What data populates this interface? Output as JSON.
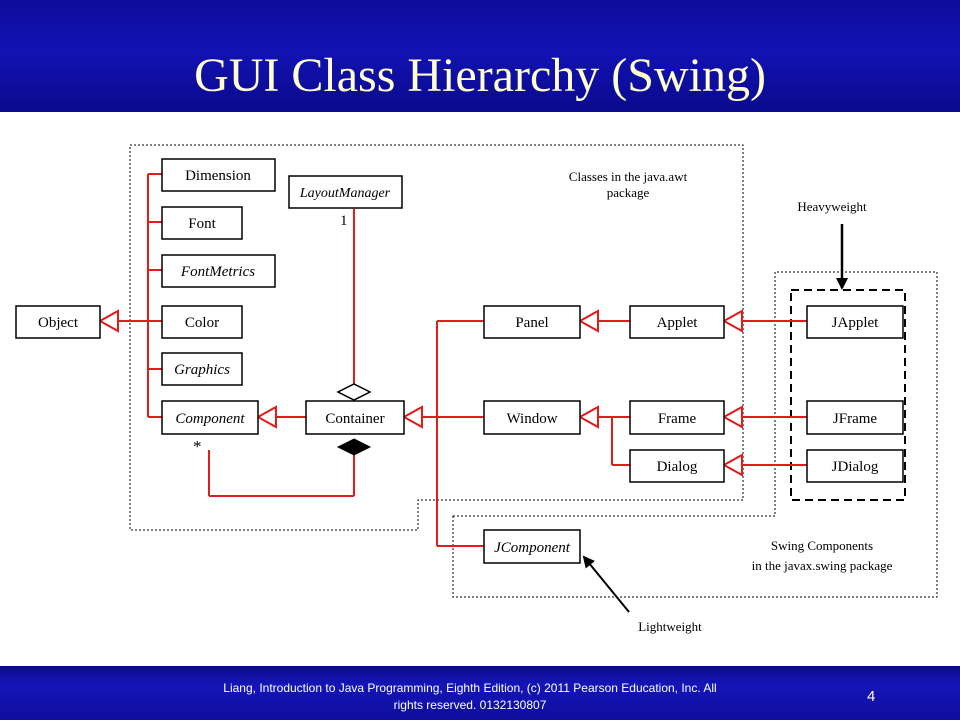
{
  "slide": {
    "title": "GUI Class Hierarchy (Swing)",
    "footer_line1": "Liang, Introduction to Java Programming, Eighth Edition, (c) 2011 Pearson Education, Inc. All",
    "footer_line2": "rights reserved. 0132130807",
    "page_number": "4"
  },
  "diagram": {
    "classes": {
      "object": "Object",
      "dimension": "Dimension",
      "font": "Font",
      "fontmetrics": "FontMetrics",
      "color": "Color",
      "graphics": "Graphics",
      "component": "Component",
      "layoutmanager": "LayoutManager",
      "container": "Container",
      "panel": "Panel",
      "window": "Window",
      "applet": "Applet",
      "frame": "Frame",
      "dialog": "Dialog",
      "japplet": "JApplet",
      "jframe": "JFrame",
      "jdialog": "JDialog",
      "jcomponent": "JComponent"
    },
    "multiplicity": {
      "layout_one": "1",
      "component_many": "*"
    },
    "labels": {
      "awt_line1": "Classes in the java.awt",
      "awt_line2": "package",
      "heavyweight": "Heavyweight",
      "lightweight": "Lightweight",
      "swing_line1": "Swing Components",
      "swing_line2": "in the javax.swing package"
    },
    "colors": {
      "relation": "#e31b1b",
      "header": "#1212b4",
      "title_text": "#ffffcc"
    }
  }
}
